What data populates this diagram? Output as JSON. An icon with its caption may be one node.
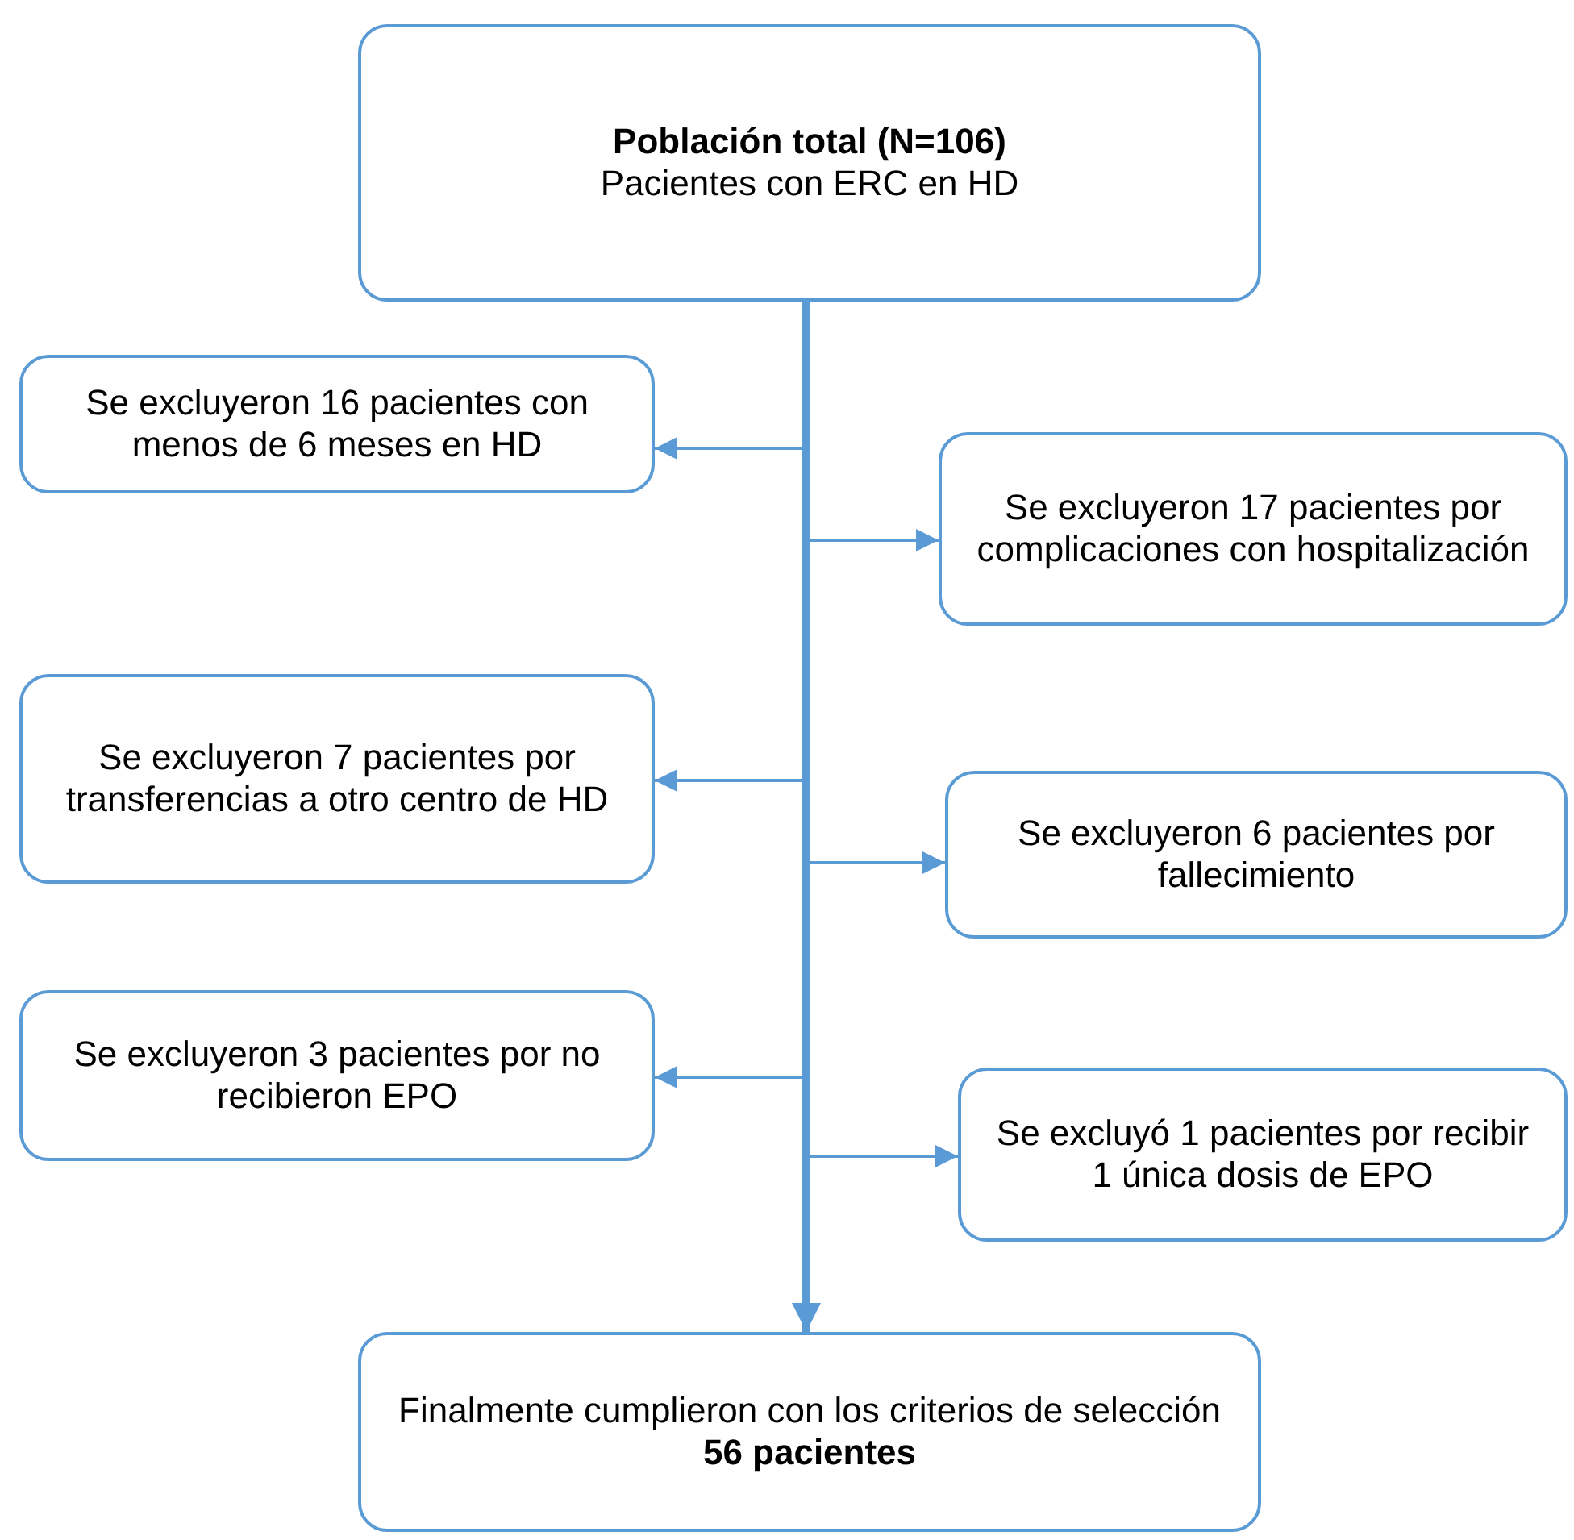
{
  "diagram": {
    "nodes": [
      {
        "text": [
          "Población total (N=106)",
          "Pacientes con ERC en HD"
        ]
      },
      {
        "text": [
          "Se excluyeron 16 pacientes con menos de 6 meses en HD"
        ]
      },
      {
        "text": [
          "Se excluyeron 17 pacientes por complicaciones con hospitalización"
        ]
      },
      {
        "text": [
          "Se excluyeron 7 pacientes por transferencias a otro centro de HD"
        ]
      },
      {
        "text": [
          "Se excluyeron 6 pacientes por fallecimiento"
        ]
      },
      {
        "text": [
          "Se excluyeron 3 pacientes por no recibieron EPO"
        ]
      },
      {
        "text": [
          "Se excluyó 1 pacientes por recibir 1 única dosis de EPO"
        ]
      },
      {
        "text": [
          "Finalmente cumplieron con los criterios de selección",
          "56 pacientes"
        ]
      }
    ],
    "edges": [
      {
        "from": 0,
        "to": 7,
        "arrow": "to",
        "style": "thick"
      },
      {
        "from": 0,
        "to": 1,
        "arrow": "to"
      },
      {
        "from": 0,
        "to": 2,
        "arrow": "to"
      },
      {
        "from": 0,
        "to": 3,
        "arrow": "to"
      },
      {
        "from": 0,
        "to": 4,
        "arrow": "to"
      },
      {
        "from": 0,
        "to": 5,
        "arrow": "to"
      },
      {
        "from": 0,
        "to": 6,
        "arrow": "to"
      }
    ]
  }
}
